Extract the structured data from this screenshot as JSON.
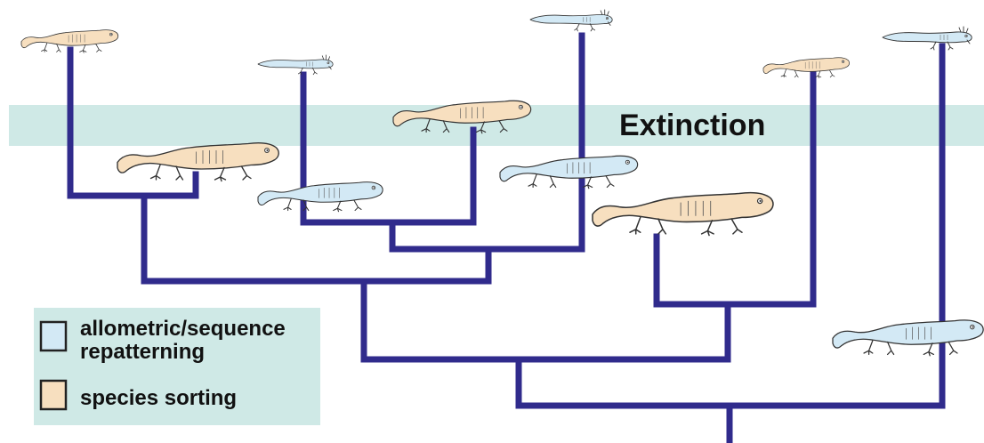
{
  "extinction_label": "Extinction",
  "legend": {
    "items": [
      {
        "label_lines": [
          "allometric/sequence",
          "repatterning"
        ],
        "color": "#d3e9f5"
      },
      {
        "label_lines": [
          "species sorting"
        ],
        "color": "#f7dfbf"
      }
    ]
  },
  "colors": {
    "branch": "#302b8c",
    "extinction_band": "#cfe9e6",
    "legend_bg": "#cfe9e6",
    "repatterning": "#d3e9f5",
    "species_sorting": "#f7dfbf",
    "outline": "#333333"
  },
  "salamanders": [
    {
      "name": "salamander-tip-1",
      "trait": "species sorting",
      "icon": "salamander-icon"
    },
    {
      "name": "salamander-tip-2",
      "trait": "allometric/sequence repatterning",
      "icon": "axolotl-icon"
    },
    {
      "name": "salamander-tip-3",
      "trait": "allometric/sequence repatterning",
      "icon": "axolotl-icon"
    },
    {
      "name": "salamander-tip-4",
      "trait": "species sorting",
      "icon": "salamander-icon"
    },
    {
      "name": "salamander-tip-5",
      "trait": "allometric/sequence repatterning",
      "icon": "axolotl-icon"
    },
    {
      "name": "salamander-node-a",
      "trait": "species sorting",
      "icon": "salamander-icon"
    },
    {
      "name": "salamander-node-b",
      "trait": "allometric/sequence repatterning",
      "icon": "salamander-icon"
    },
    {
      "name": "salamander-node-c",
      "trait": "species sorting",
      "icon": "salamander-icon"
    },
    {
      "name": "salamander-node-d",
      "trait": "allometric/sequence repatterning",
      "icon": "salamander-icon"
    },
    {
      "name": "salamander-node-e",
      "trait": "species sorting",
      "icon": "salamander-icon"
    },
    {
      "name": "salamander-node-f",
      "trait": "allometric/sequence repatterning",
      "icon": "salamander-icon"
    }
  ]
}
